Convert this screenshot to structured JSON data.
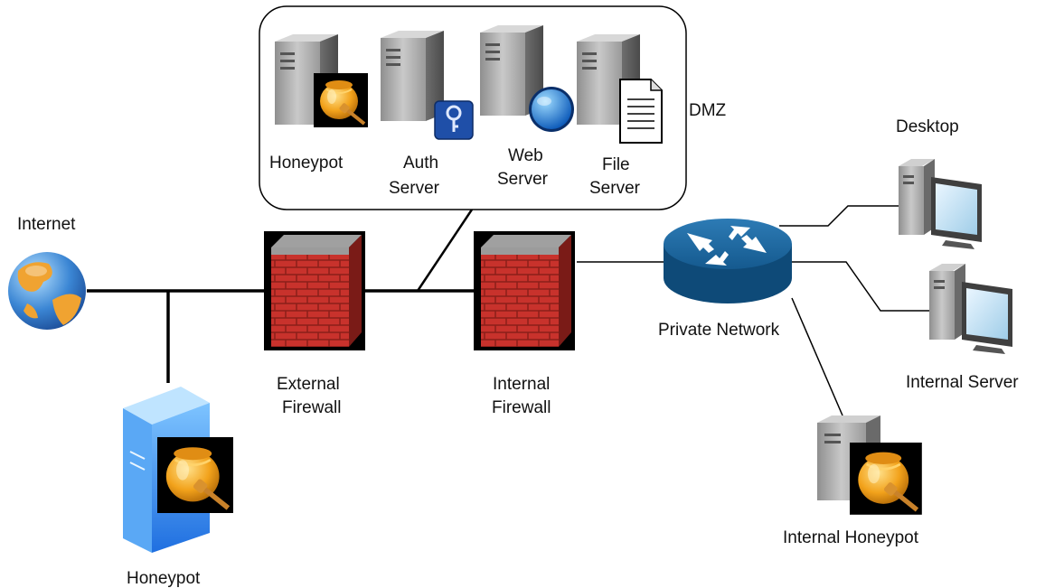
{
  "dmz": {
    "label": "DMZ",
    "servers": [
      {
        "id": "honeypot",
        "label_lines": [
          "Honeypot"
        ],
        "icon": "honeypot-server-icon"
      },
      {
        "id": "auth",
        "label_lines": [
          "Auth",
          "Server"
        ],
        "icon": "key-badge-icon"
      },
      {
        "id": "web",
        "label_lines": [
          "Web",
          "Server"
        ],
        "icon": "globe-badge-icon"
      },
      {
        "id": "file",
        "label_lines": [
          "File",
          "Server"
        ],
        "icon": "document-badge-icon"
      }
    ]
  },
  "nodes": {
    "internet": {
      "label": "Internet",
      "icon": "globe-icon"
    },
    "external_honeypot": {
      "label": "Honeypot",
      "icon": "honeypot-server-icon"
    },
    "external_firewall": {
      "label_lines": [
        "External",
        "Firewall"
      ],
      "icon": "brick-firewall-icon"
    },
    "internal_firewall": {
      "label_lines": [
        "Internal",
        "Firewall"
      ],
      "icon": "brick-firewall-icon"
    },
    "router": {
      "label": "Private Network",
      "icon": "router-icon"
    },
    "desktop": {
      "label": "Desktop",
      "icon": "workstation-icon"
    },
    "internal_server": {
      "label": "Internal Server",
      "icon": "workstation-icon"
    },
    "internal_honeypot": {
      "label": "Internal Honeypot",
      "icon": "honeypot-server-icon"
    }
  },
  "colors": {
    "line": "#000000",
    "brick": "#c8322c",
    "router": "#1a5c8c",
    "globe": "#3b86d4",
    "server_gray": "#a9a9a9",
    "honey": "#f2a21b",
    "blue_server": "#3a8ef0"
  }
}
